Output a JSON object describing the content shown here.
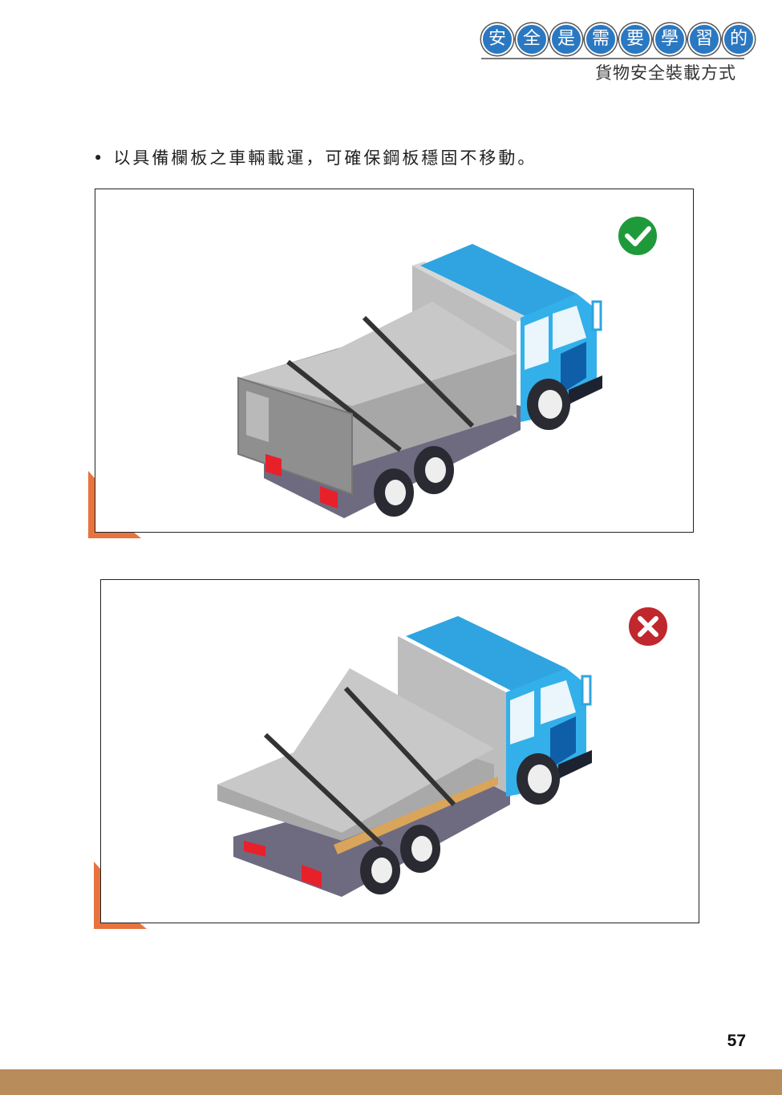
{
  "header": {
    "series_badges": [
      "安",
      "全",
      "是",
      "需",
      "要",
      "學",
      "習",
      "的"
    ],
    "subtitle": "貨物安全裝載方式"
  },
  "content": {
    "bullet_text": "以具備欄板之車輛載運，可確保鋼板穩固不移動。",
    "panels": [
      {
        "verdict": "correct",
        "icon": "check-icon",
        "color": "#1f9a3a"
      },
      {
        "verdict": "incorrect",
        "icon": "cross-icon",
        "color": "#c0282e"
      }
    ]
  },
  "footer": {
    "page_number": "57"
  },
  "colors": {
    "accent_orange": "#e8733f",
    "badge_blue": "#2a78c2",
    "footer_bar": "#b98c5c",
    "truck_blue": "#2fa4e0"
  }
}
